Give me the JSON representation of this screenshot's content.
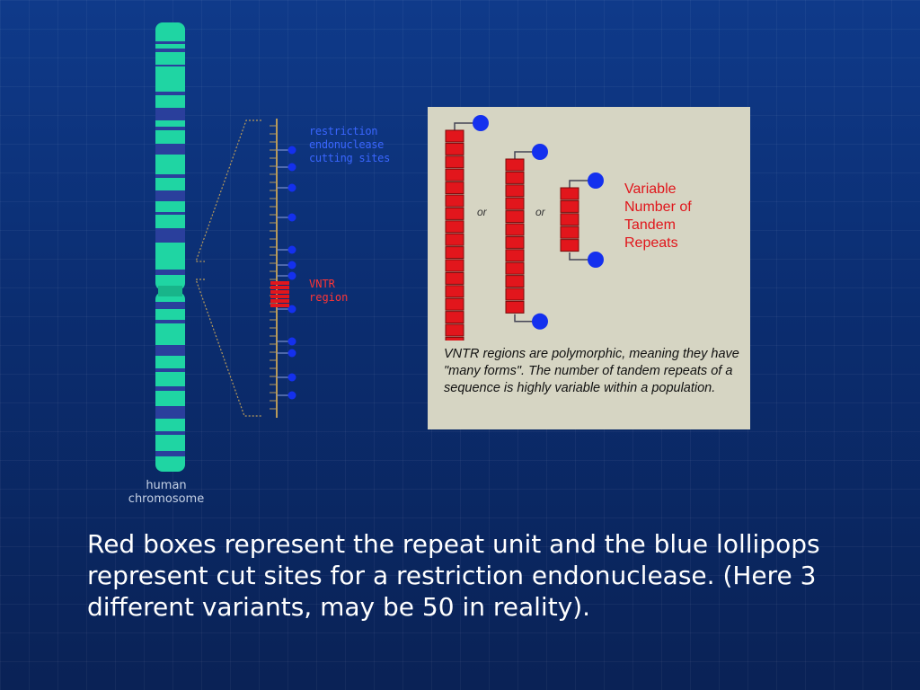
{
  "chromosome": {
    "label_line1": "human",
    "label_line2": "chromosome"
  },
  "zoom": {
    "site_label_lines": [
      "restriction",
      "endonuclease",
      "cutting sites"
    ],
    "vntr_label_lines": [
      "VNTR",
      "region"
    ]
  },
  "vntr_panel": {
    "title_lines": [
      "Variable",
      "Number of",
      "Tandem",
      "Repeats"
    ],
    "or_labels": [
      "or",
      "or"
    ],
    "variant_repeat_counts": [
      17,
      12,
      5
    ],
    "caption": "VNTR regions are polymorphic, meaning they have \"many forms\". The number of tandem repeats of a sequence is highly variable within a population."
  },
  "caption": "Red boxes represent the repeat unit and the blue lollipops represent cut sites for a restriction endonuclease. (Here 3 different variants, may be 50 in reality).",
  "colors": {
    "background": "#0b2a6a",
    "chromosome_body": "#1fd5a3",
    "chromosome_band": "#2a3f9c",
    "repeat_unit": "#e2161c",
    "cut_site": "#1430ee",
    "panel_background": "#d6d5c3"
  }
}
